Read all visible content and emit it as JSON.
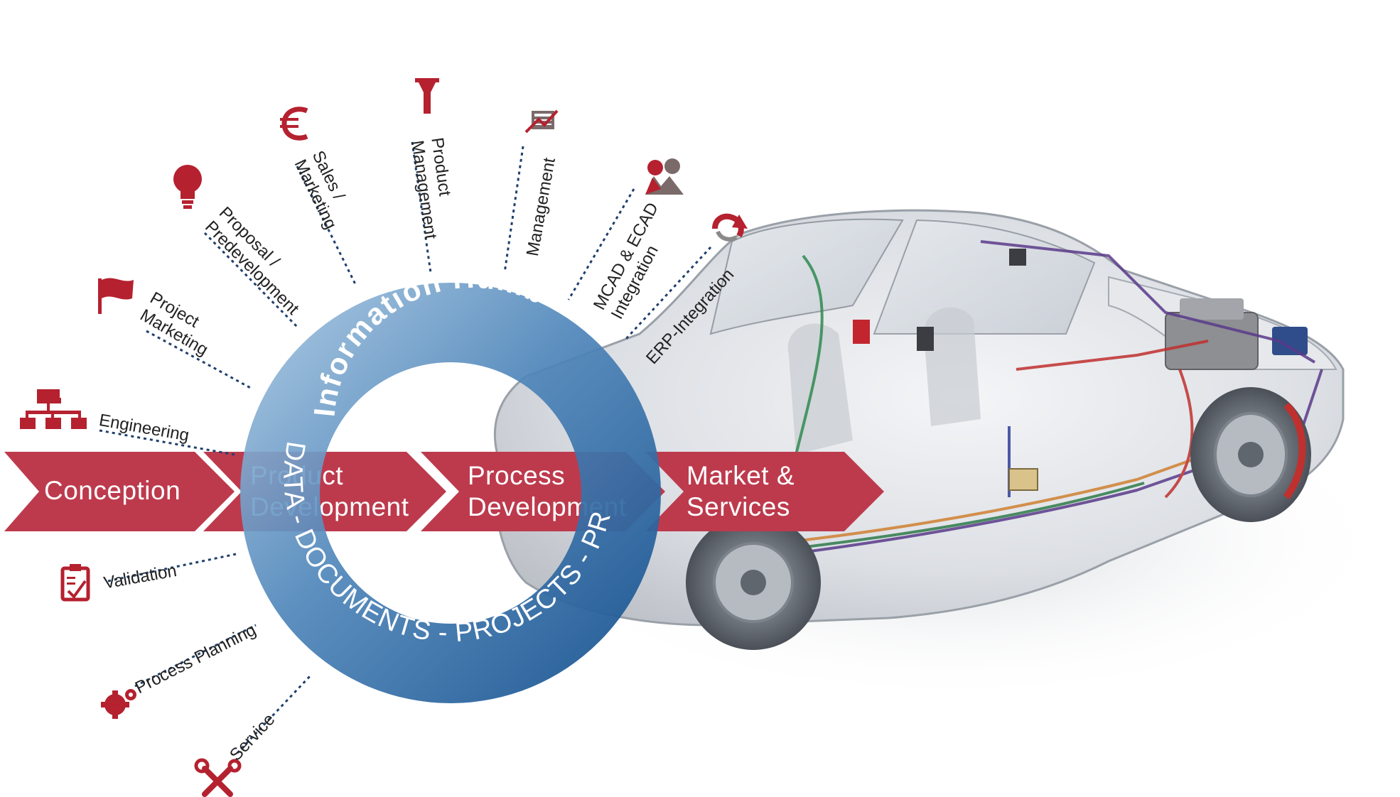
{
  "hub": {
    "top_text": "Information Humb",
    "bottom_text": "DATA - DOCUMENTS - PROJECTS - PROCESS"
  },
  "phases": [
    {
      "line1": "Conception",
      "line2": ""
    },
    {
      "line1": "Product",
      "line2": "Development"
    },
    {
      "line1": "Process",
      "line2": "Development"
    },
    {
      "line1": "Market &",
      "line2": "Services"
    }
  ],
  "nodes": {
    "engineering": {
      "label": "Engineering",
      "icon": "org-chart-icon"
    },
    "project_marketing": {
      "line1": "Project",
      "line2": "Marketing",
      "icon": "flag-icon"
    },
    "proposal": {
      "line1": "Proposal /",
      "line2": "Predevelopment",
      "icon": "lightbulb-icon"
    },
    "sales": {
      "line1": "Sales /",
      "line2": "Marketing",
      "icon": "euro-icon"
    },
    "product_management": {
      "line1": "Product",
      "line2": "Management",
      "icon": "funnel-icon"
    },
    "management": {
      "label": "Management",
      "icon": "chart-icon"
    },
    "mcad": {
      "line1": "MCAD & ECAD",
      "line2": "Integration",
      "icon": "people-icon"
    },
    "erp": {
      "label": "ERP-Integration",
      "icon": "refresh-icon"
    },
    "validation": {
      "label": "Validation",
      "icon": "clipboard-check-icon"
    },
    "process_planning": {
      "label": "Process Planning",
      "icon": "gears-icon"
    },
    "service": {
      "label": "Service",
      "icon": "tools-icon"
    }
  },
  "colors": {
    "arrow_red": "#bd3a4d",
    "icon_red": "#b5212f",
    "ring_blue_dark": "#1d5c98",
    "ring_blue_light": "#8fb6d6",
    "dotted_line": "#1f3f6b"
  }
}
